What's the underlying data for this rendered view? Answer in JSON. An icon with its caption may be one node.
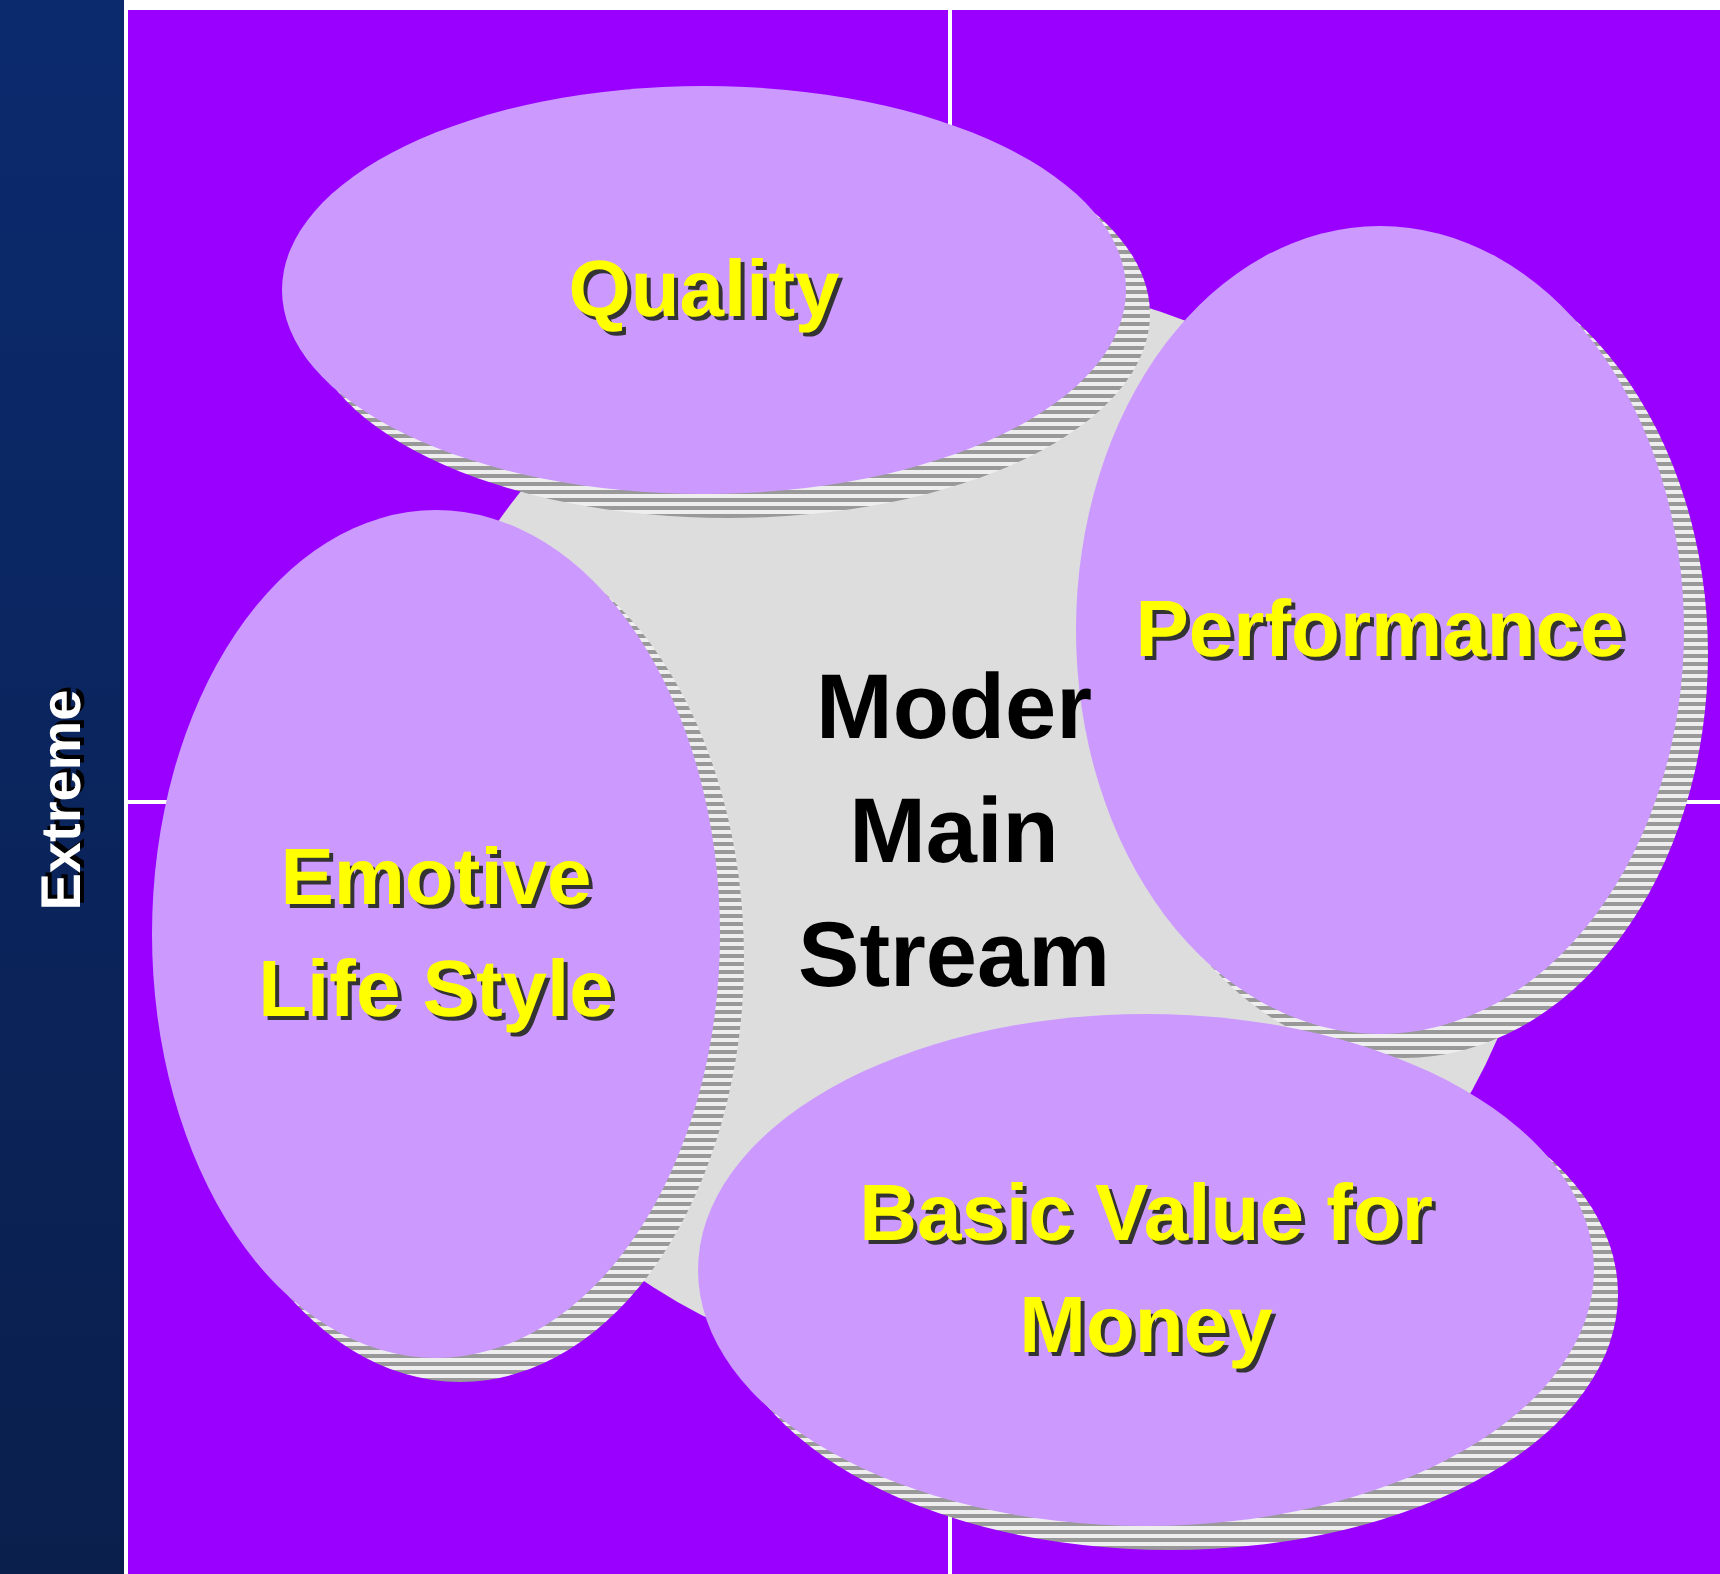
{
  "diagram": {
    "nodes": [
      {
        "text": [
          "Quality"
        ]
      },
      {
        "text": [
          "Performance"
        ]
      },
      {
        "text": [
          "Moder Main Stream"
        ]
      },
      {
        "text": [
          "Emotive Life Style"
        ]
      },
      {
        "text": [
          "Basic Value for Money"
        ]
      }
    ],
    "labels": [
      "Extreme"
    ]
  }
}
